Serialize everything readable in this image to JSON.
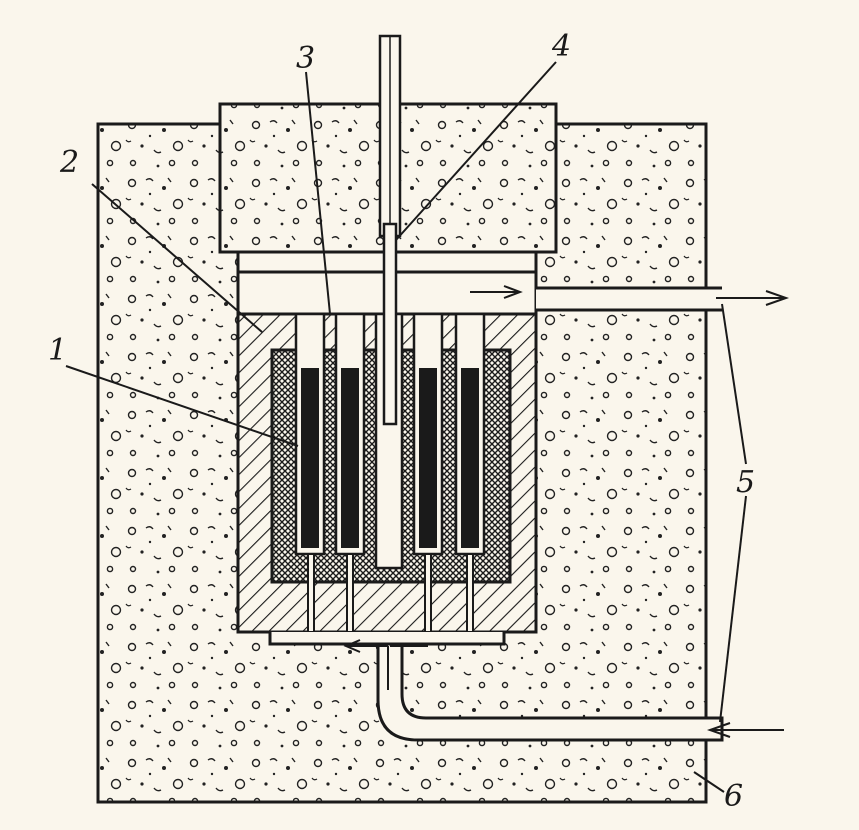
{
  "labels": {
    "l1": "1",
    "l2": "2",
    "l3": "3",
    "l4": "4",
    "l5": "5",
    "l6": "6"
  },
  "colors": {
    "paper": "#faf6ec",
    "ink": "#1a1a1a"
  }
}
